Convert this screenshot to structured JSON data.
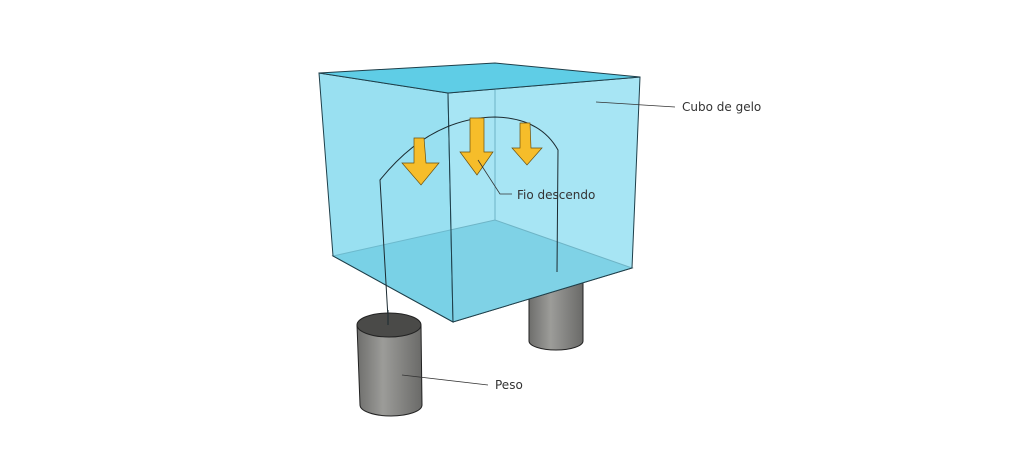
{
  "labels": {
    "cube": "Cubo de gelo",
    "wire": "Fio descendo",
    "weight": "Peso"
  },
  "colors": {
    "ice": "#7fd8ee",
    "arrow": "#f6bd2a",
    "weight": "#8a8a88"
  }
}
